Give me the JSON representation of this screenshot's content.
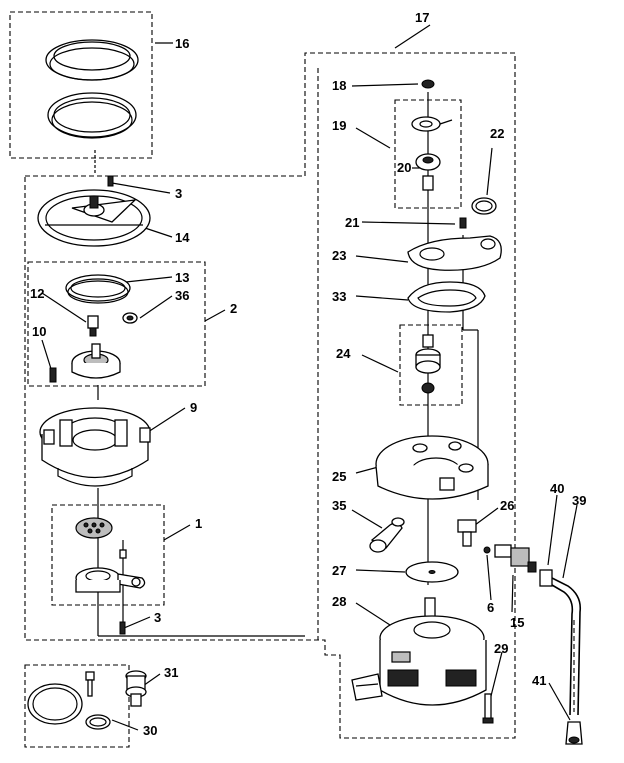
{
  "diagram": {
    "callouts": [
      "16",
      "3",
      "14",
      "13",
      "2",
      "36",
      "12",
      "10",
      "9",
      "1",
      "3",
      "31",
      "30",
      "17",
      "18",
      "19",
      "22",
      "20",
      "21",
      "23",
      "33",
      "24",
      "25",
      "35",
      "26",
      "40",
      "39",
      "27",
      "6",
      "15",
      "28",
      "29",
      "41"
    ]
  }
}
